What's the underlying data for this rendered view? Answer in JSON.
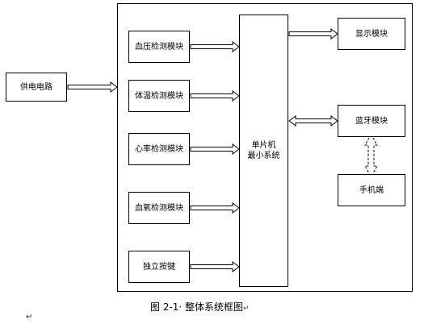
{
  "diagram": {
    "power": "供电电路",
    "modules": [
      "血压检测模块",
      "体温检测模块",
      "心率检测模块",
      "血氧检测模块",
      "独立按键"
    ],
    "mcu": [
      "单片机",
      "最小系统"
    ],
    "display": "显示模块",
    "bluetooth": "蓝牙模块",
    "phone": "手机端"
  },
  "caption": "图 2-1· 整体系统框图",
  "caption_mark": "↵",
  "para_mark": "↵"
}
